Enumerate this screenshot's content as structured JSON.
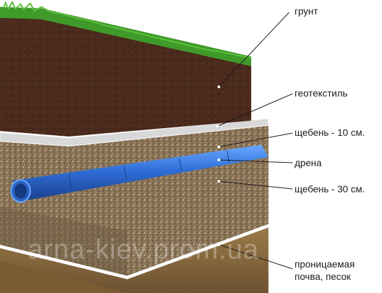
{
  "labels": {
    "soil": "грунт",
    "geotextile": "геотекстиль",
    "gravel_top": "щебень - 10 см.",
    "drain": "дрена",
    "gravel_bottom": "щебень - 30 см.",
    "permeable_line1": "проницаемая",
    "permeable_line2": "почва, песок"
  },
  "watermark": "arna-kiev.prom.ua",
  "colors": {
    "soil": "#4a2a1c",
    "grass": "#3f9a2a",
    "geotextile": "#cfcfcf",
    "gravel": "#8a7458",
    "pipe": "#2f6fd8",
    "sand": "#8a6a3e"
  }
}
